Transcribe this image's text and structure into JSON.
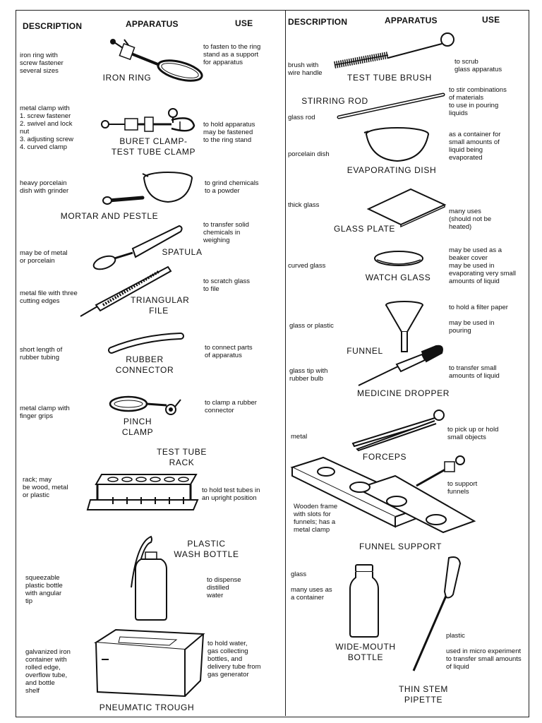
{
  "headers": {
    "left": {
      "description": "DESCRIPTION",
      "apparatus": "APPARATUS",
      "use": "USE"
    },
    "right": {
      "description": "DESCRIPTION",
      "apparatus": "APPARATUS",
      "use": "USE"
    }
  },
  "left_items": [
    {
      "name": "IRON RING",
      "description": "iron ring with\nscrew fastener\nseveral sizes",
      "use": "to fasten to the ring\nstand as a support\nfor apparatus",
      "icon": "iron-ring-icon"
    },
    {
      "name": "BURET CLAMP-\nTEST TUBE CLAMP",
      "description": "metal clamp with\n1.  screw fastener\n2.  swivel and lock\n      nut\n3.  adjusting screw\n4.  curved clamp",
      "use": "to hold apparatus\nmay be fastened\nto the ring stand",
      "icon": "buret-clamp-icon"
    },
    {
      "name": "MORTAR AND PESTLE",
      "description": "heavy porcelain\ndish with grinder",
      "use": "to grind chemicals\nto a powder",
      "icon": "mortar-pestle-icon"
    },
    {
      "name": "SPATULA",
      "description": "may be of metal\nor porcelain",
      "use": "to transfer solid\nchemicals in\nweighing",
      "icon": "spatula-icon"
    },
    {
      "name": "TRIANGULAR\nFILE",
      "description": "metal file with three\ncutting edges",
      "use": "to scratch glass\nto file",
      "icon": "triangular-file-icon"
    },
    {
      "name": "RUBBER\nCONNECTOR",
      "description": "short length of\nrubber tubing",
      "use": "to connect parts\nof apparatus",
      "icon": "rubber-connector-icon"
    },
    {
      "name": "PINCH\nCLAMP",
      "description": "metal clamp with\nfinger grips",
      "use": "to clamp a rubber\nconnector",
      "icon": "pinch-clamp-icon"
    },
    {
      "name": "TEST TUBE\nRACK",
      "description": "rack; may\nbe wood,  metal\nor plastic",
      "use": "to hold test tubes in\nan upright position",
      "icon": "test-tube-rack-icon"
    },
    {
      "name": "PLASTIC\nWASH BOTTLE",
      "description": "squeezable\nplastic bottle\nwith angular\ntip",
      "use": "to dispense\ndistilled\nwater",
      "icon": "wash-bottle-icon"
    },
    {
      "name": "PNEUMATIC TROUGH",
      "description": "galvanized iron\ncontainer with\nrolled edge,\noverflow tube,\nand bottle\nshelf",
      "use": "to hold water,\ngas collecting\nbottles, and\ndelivery tube from\ngas generator",
      "icon": "pneumatic-trough-icon"
    }
  ],
  "right_items": [
    {
      "name": "TEST TUBE BRUSH",
      "description": "brush with\nwire handle",
      "use": "to scrub\nglass apparatus",
      "icon": "test-tube-brush-icon"
    },
    {
      "name": "STIRRING ROD",
      "description": "glass rod",
      "use": "to stir combinations\nof materials\nto use in pouring\nliquids",
      "icon": "stirring-rod-icon"
    },
    {
      "name": "EVAPORATING DISH",
      "description": "porcelain dish",
      "use": "as a container for\nsmall amounts of\nliquid being\nevaporated",
      "icon": "evaporating-dish-icon"
    },
    {
      "name": "GLASS PLATE",
      "description": "thick glass",
      "use": "many uses\n(should not be\nheated)",
      "icon": "glass-plate-icon"
    },
    {
      "name": "WATCH GLASS",
      "description": "curved glass",
      "use": "may be used as a\nbeaker cover\nmay be used in\nevaporating very small\namounts of liquid",
      "icon": "watch-glass-icon"
    },
    {
      "name": "FUNNEL",
      "description": "glass or plastic",
      "use": "to hold a filter paper\n\nmay be used in\npouring",
      "icon": "funnel-icon"
    },
    {
      "name": "MEDICINE DROPPER",
      "description": "glass tip with\nrubber bulb",
      "use": "to transfer small\namounts of liquid",
      "icon": "medicine-dropper-icon"
    },
    {
      "name": "FORCEPS",
      "description": "metal",
      "use": "to pick up or hold\nsmall objects",
      "icon": "forceps-icon"
    },
    {
      "name": "FUNNEL SUPPORT",
      "description": "Wooden frame\nwith slots for\nfunnels; has a\nmetal clamp",
      "use": "to support\nfunnels",
      "icon": "funnel-support-icon"
    },
    {
      "name": "WIDE-MOUTH\nBOTTLE",
      "description": "glass\n\nmany uses as\na container",
      "use": "",
      "icon": "wide-mouth-bottle-icon"
    },
    {
      "name": "THIN STEM\nPIPETTE",
      "description": "",
      "use": "plastic\n\nused in micro experiment\nto transfer small amounts\nof liquid",
      "icon": "thin-stem-pipette-icon"
    }
  ]
}
